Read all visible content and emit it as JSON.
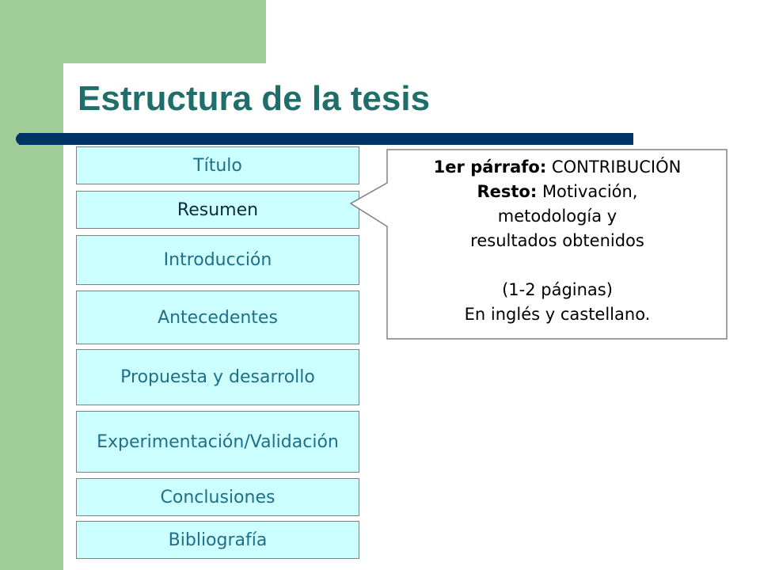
{
  "slide": {
    "title": "Estructura de la tesis",
    "sections": [
      "Título",
      "Resumen",
      "Introducción",
      "Antecedentes",
      "Propuesta y desarrollo",
      "Experimentación/Validación",
      "Conclusiones",
      "Bibliografía"
    ],
    "callout": {
      "line1_bold": "1er párrafo:",
      "line1_rest": " CONTRIBUCIÓN",
      "line2_bold": "Resto:",
      "line2_rest": " Motivación,",
      "line3": "metodología y",
      "line4": "resultados obtenidos",
      "line5": "(1-2 páginas)",
      "line6": "En inglés y castellano."
    }
  },
  "colors": {
    "accent_green": "#a0cc98",
    "title_teal": "#1f6e69",
    "rule_navy": "#003366",
    "box_fill": "#ccffff"
  }
}
